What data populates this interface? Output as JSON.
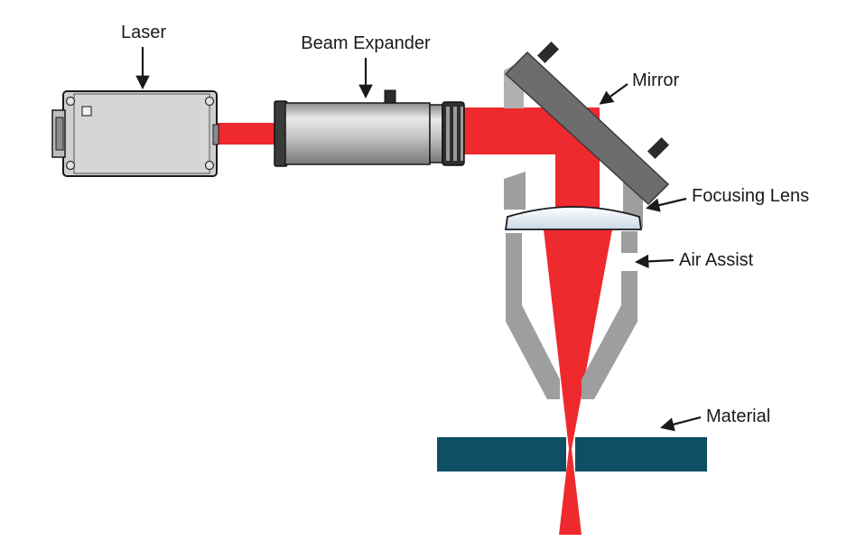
{
  "labels": {
    "laser": "Laser",
    "beam_expander": "Beam Expander",
    "mirror": "Mirror",
    "focusing_lens": "Focusing Lens",
    "air_assist": "Air Assist",
    "material": "Material"
  },
  "colors": {
    "beam": "#ee2a2f",
    "housing": "#9e9e9e",
    "housing_dark": "#6d6d6d",
    "laser_body": "#cfcfcf",
    "material": "#0f4f66",
    "lens": "#e6eef6",
    "text": "#1a1a1a"
  }
}
